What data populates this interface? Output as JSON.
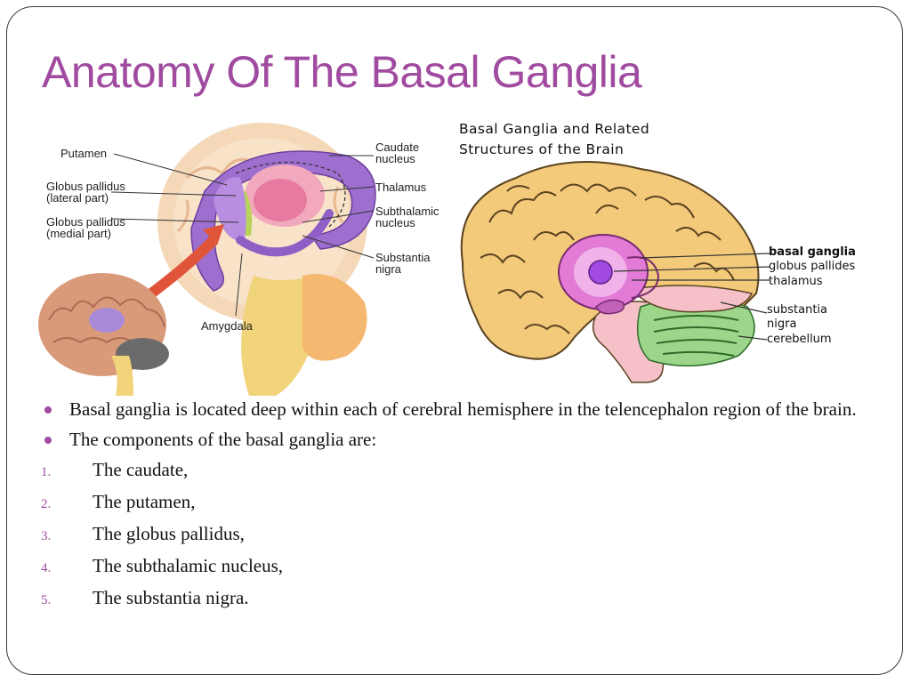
{
  "slide": {
    "title": "Anatomy Of The Basal Ganglia"
  },
  "figure_left": {
    "labels": {
      "putamen": "Putamen",
      "gp_lateral_1": "Globus pallidus",
      "gp_lateral_2": "(lateral part)",
      "gp_medial_1": "Globus pallidus",
      "gp_medial_2": "(medial part)",
      "caudate_1": "Caudate",
      "caudate_2": "nucleus",
      "thalamus": "Thalamus",
      "subthalamic_1": "Subthalamic",
      "subthalamic_2": "nucleus",
      "substantia_1": "Substantia",
      "substantia_2": "nigra",
      "amygdala": "Amygdala"
    }
  },
  "figure_right": {
    "title_line1": "Basal Ganglia and Related",
    "title_line2": "Structures of the Brain",
    "labels": {
      "basal_ganglia": "basal ganglia",
      "globus_pallides": "globus pallides",
      "thalamus": "thalamus",
      "substantia": "substantia",
      "nigra": "nigra",
      "cerebellum": "cerebellum"
    }
  },
  "content": {
    "bullets": [
      "Basal ganglia is located deep within each of cerebral hemisphere in the telencephalon region of the brain.",
      "The components of the basal ganglia are:"
    ],
    "numbered": [
      {
        "n": "1.",
        "text": "The caudate,"
      },
      {
        "n": "2.",
        "text": "The putamen,"
      },
      {
        "n": "3.",
        "text": "The globus pallidus,"
      },
      {
        "n": "4.",
        "text": "The subthalamic nucleus,"
      },
      {
        "n": "5.",
        "text": "The substantia nigra."
      }
    ]
  }
}
